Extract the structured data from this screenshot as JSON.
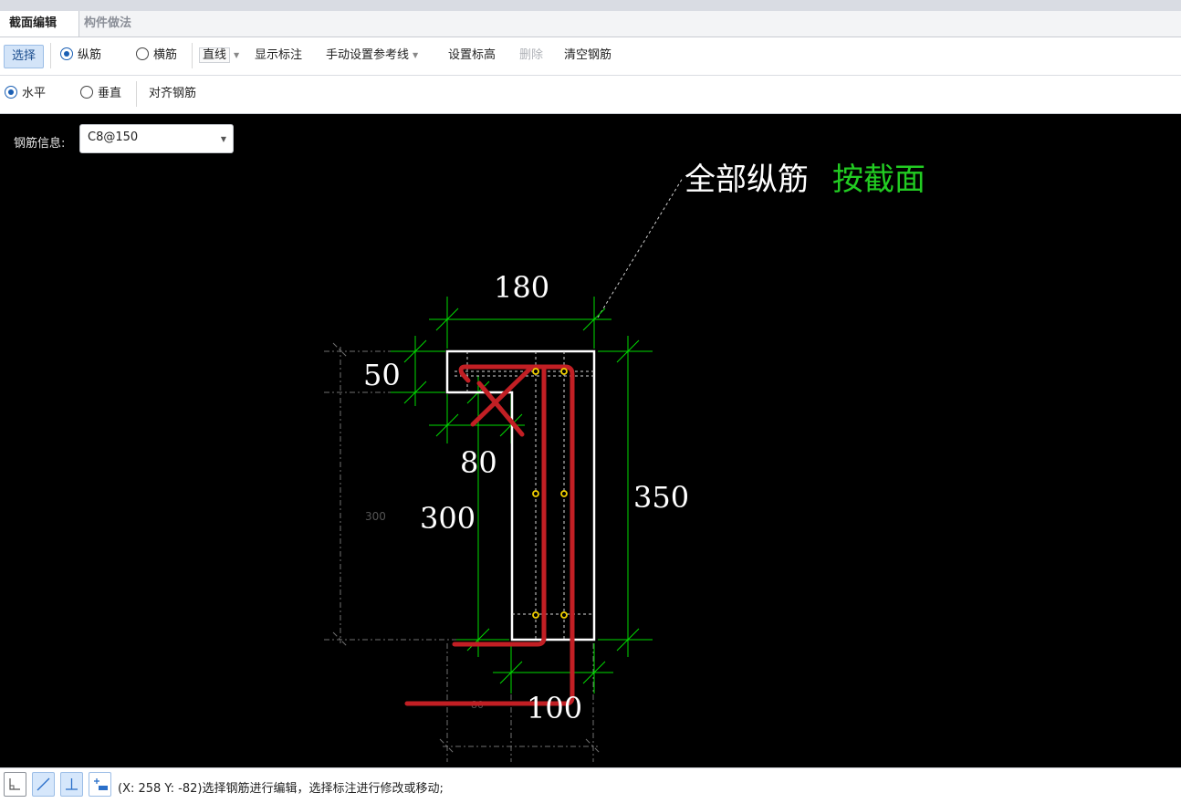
{
  "tabs": [
    {
      "label": "截面编辑",
      "active": true
    },
    {
      "label": "构件做法",
      "active": false
    }
  ],
  "toolbar1": {
    "select_label": "选择",
    "longitudinal_label": "纵筋",
    "transverse_label": "横筋",
    "line_label": "直线",
    "show_dims_label": "显示标注",
    "manual_ref_label": "手动设置参考线",
    "set_elevation_label": "设置标高",
    "delete_label": "删除",
    "clear_label": "清空钢筋"
  },
  "toolbar2": {
    "horizontal_label": "水平",
    "vertical_label": "垂直",
    "align_label": "对齐钢筋"
  },
  "rebar_info": {
    "label": "钢筋信息:",
    "value": "C8@150"
  },
  "drawing": {
    "annotation_part1": "全部纵筋",
    "annotation_part2": "按截面",
    "dims": {
      "top_width": "180",
      "flange_thickness": "50",
      "flange_overhang": "80",
      "web_height": "300",
      "total_height": "350",
      "web_width": "100",
      "ref_300": "300",
      "ref_80": "80"
    },
    "colors": {
      "background": "#000000",
      "dimension": "#00dd00",
      "outline": "#ffffff",
      "rebar": "#c21f24",
      "bar_point": "#f2d000"
    }
  },
  "status": {
    "text": "(X: 258 Y: -82)选择钢筋进行编辑，选择标注进行修改或移动;"
  }
}
